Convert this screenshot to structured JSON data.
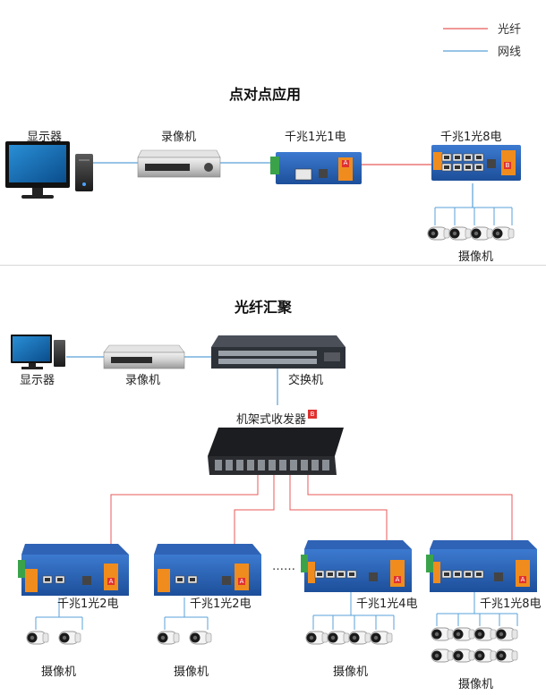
{
  "legend": {
    "fiber_label": "光纤",
    "network_label": "网线",
    "fiber_color": "#e85a5a",
    "network_color": "#5aa0d8"
  },
  "section1": {
    "title": "点对点应用",
    "monitor_label": "显示器",
    "nvr_label": "录像机",
    "conv_a_label": "千兆1光1电",
    "conv_b_label": "千兆1光8电",
    "camera_label": "摄像机",
    "tag_a": "A",
    "tag_b": "B"
  },
  "section2": {
    "title": "光纤汇聚",
    "monitor_label": "显示器",
    "nvr_label": "录像机",
    "switch_label": "交换机",
    "rack_label": "机架式收发器",
    "rack_tag": "B",
    "ellipsis": "……",
    "units": [
      {
        "label": "千兆1光2电",
        "camera_label": "摄像机",
        "tag": "A"
      },
      {
        "label": "千兆1光2电",
        "camera_label": "摄像机",
        "tag": "A"
      },
      {
        "label": "千兆1光4电",
        "camera_label": "摄像机",
        "tag": "A"
      },
      {
        "label": "千兆1光8电",
        "camera_label": "摄像机",
        "tag": "A"
      }
    ]
  }
}
